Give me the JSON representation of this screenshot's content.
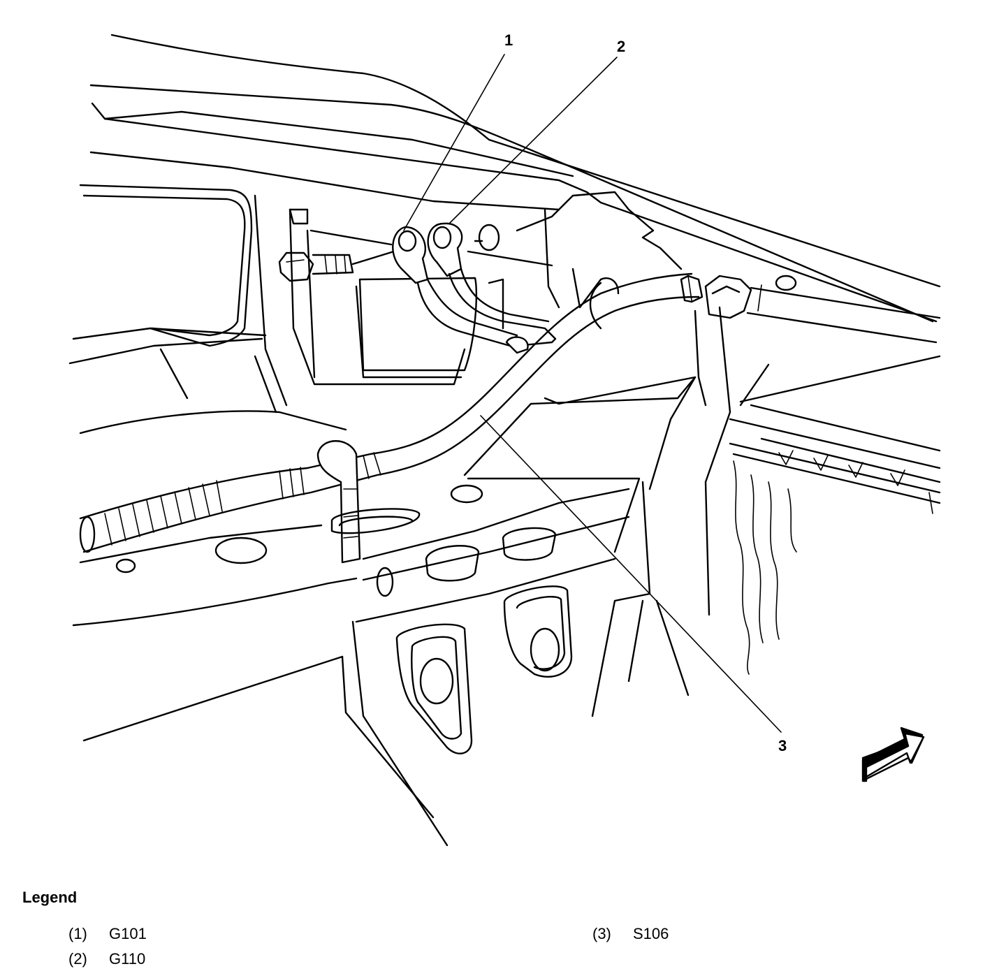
{
  "callouts": [
    {
      "id": "1",
      "label": "1"
    },
    {
      "id": "2",
      "label": "2"
    },
    {
      "id": "3",
      "label": "3"
    }
  ],
  "legend": {
    "title": "Legend",
    "items": [
      {
        "number": "(1)",
        "name": "G101"
      },
      {
        "number": "(2)",
        "name": "G110"
      },
      {
        "number": "(3)",
        "name": "S106"
      }
    ]
  },
  "icons": [
    "view-direction-arrow-icon"
  ],
  "colors": {
    "line": "#000000",
    "background": "#ffffff"
  }
}
